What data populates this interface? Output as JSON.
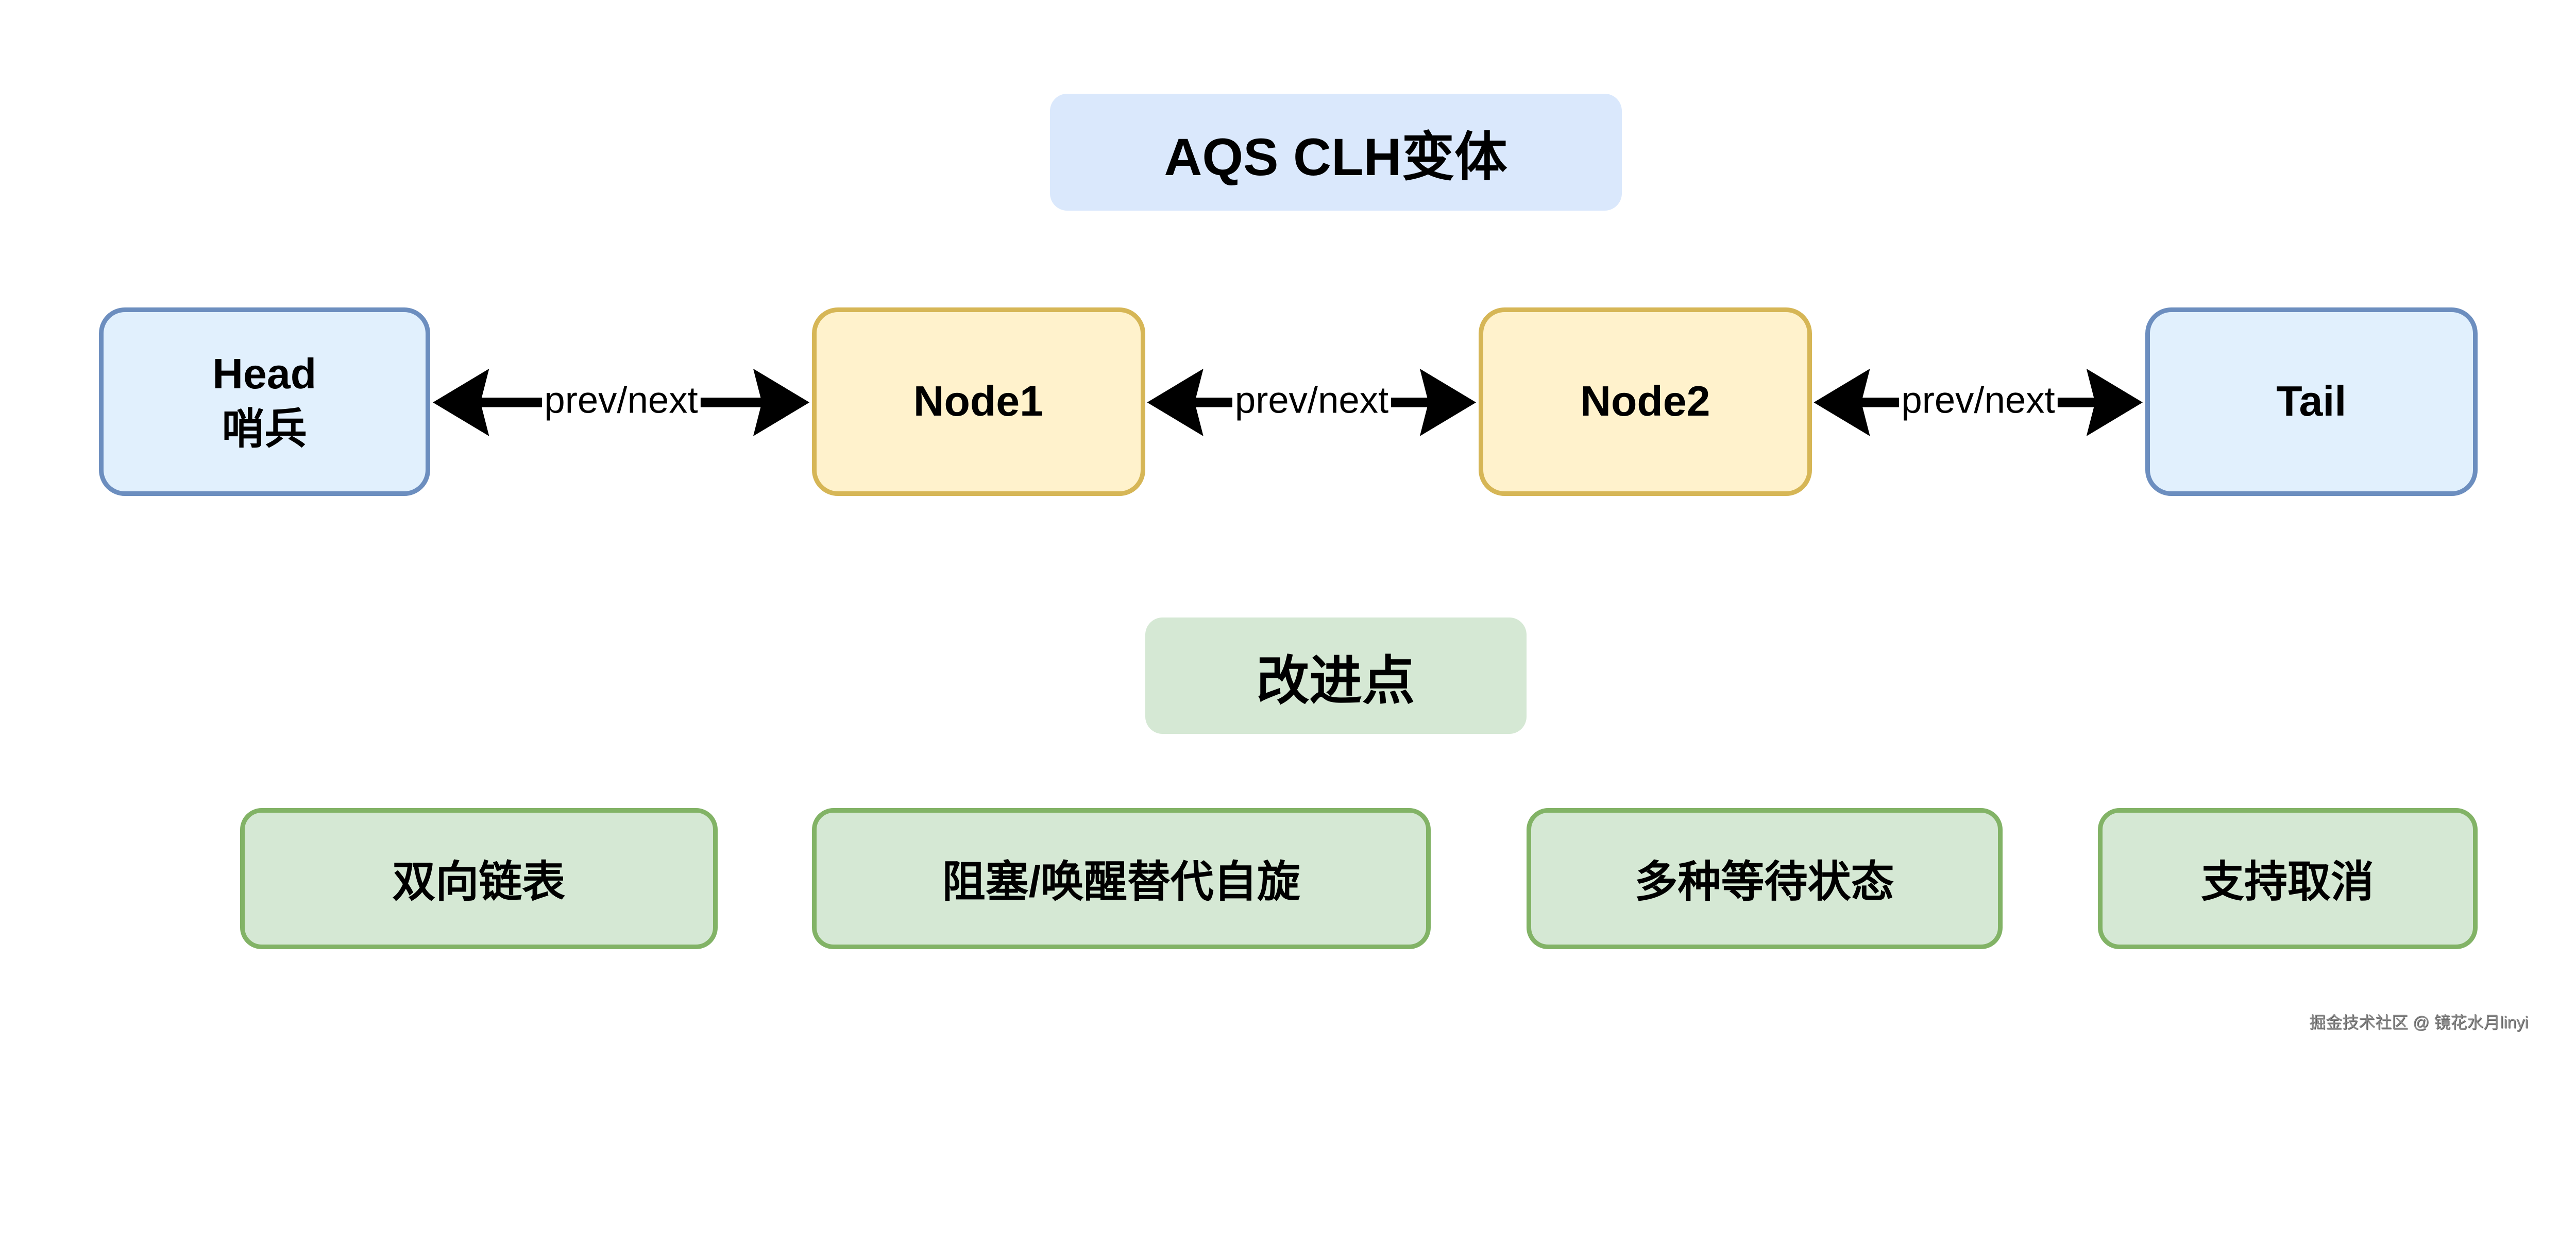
{
  "title": "AQS CLH变体",
  "nodes": [
    {
      "line1": "Head",
      "line2": "哨兵"
    },
    {
      "line1": "Node1"
    },
    {
      "line1": "Node2"
    },
    {
      "line1": "Tail"
    }
  ],
  "edges": [
    {
      "label": "prev/next"
    },
    {
      "label": "prev/next"
    },
    {
      "label": "prev/next"
    }
  ],
  "improvements": {
    "header": "改进点",
    "items": [
      "双向链表",
      "阻塞/唤醒替代自旋",
      "多种等待状态",
      "支持取消"
    ]
  },
  "watermark": "掘金技术社区 @ 镜花水月linyi",
  "colors": {
    "blue_fill": "#dae8fc",
    "blue_stroke": "#6c8ebf",
    "yellow_fill": "#fff2cc",
    "yellow_stroke": "#d6b656",
    "green_fill": "#d5e8d4",
    "green_stroke": "#82b366"
  }
}
